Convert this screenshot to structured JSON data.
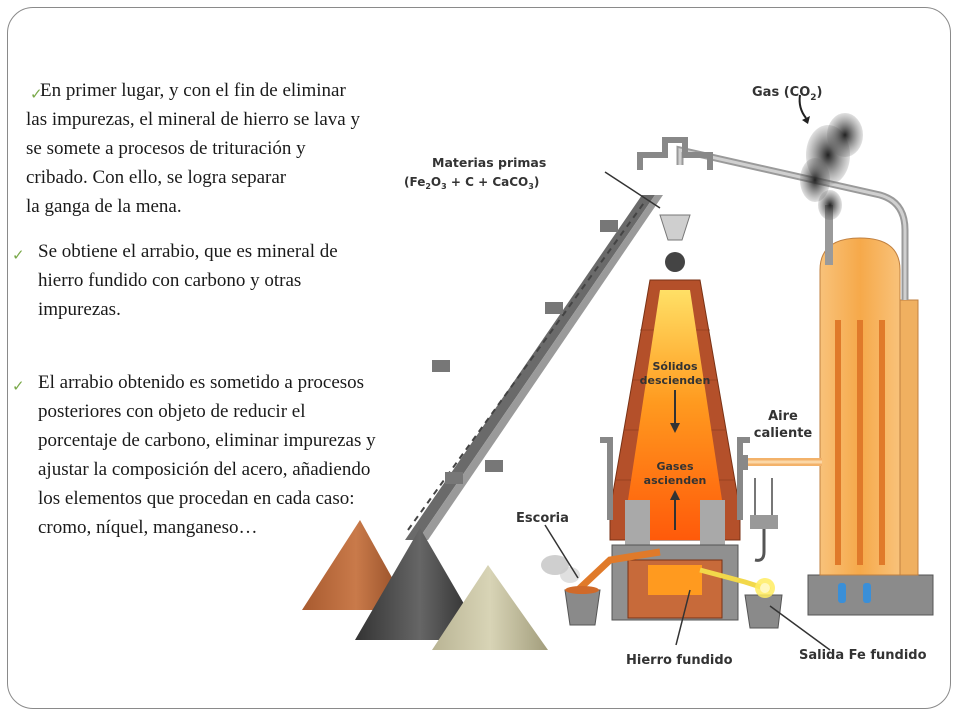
{
  "bullets": [
    {
      "lines": [
        "En primer lugar, y con el fin de eliminar",
        "las impurezas, el mineral de hierro se lava y",
        "se somete a procesos de trituración y",
        "cribado. Con ello, se logra separar",
        "la ganga de la mena."
      ]
    },
    {
      "lines": [
        " Se obtiene el arrabio, que es mineral de",
        "hierro fundido con carbono y otras",
        "impurezas."
      ]
    },
    {
      "lines": [
        "El arrabio obtenido es sometido a procesos",
        "posteriores con objeto de reducir el",
        "porcentaje de carbono, eliminar impurezas y",
        "ajustar la composición del acero, añadiendo",
        "los elementos que procedan en cada caso:",
        "cromo, níquel, manganeso…"
      ]
    }
  ],
  "diagram": {
    "gas_label": "Gas (CO",
    "gas_sub": "2",
    "gas_close": ")",
    "raw_title": "Materias primas",
    "raw_formula_a": "(Fe",
    "raw_formula_sub1": "2",
    "raw_formula_b": "O",
    "raw_formula_sub2": "3",
    "raw_formula_c": " + C + CaCO",
    "raw_formula_sub3": "3",
    "raw_formula_d": ")",
    "solids_1": "Sólidos",
    "solids_2": "descienden",
    "gases_1": "Gases",
    "gases_2": "ascienden",
    "hot_air_1": "Aire",
    "hot_air_2": "caliente",
    "slag": "Escoria",
    "molten_iron": "Hierro fundido",
    "iron_outlet": "Salida Fe fundido"
  },
  "colors": {
    "check": "#7aa94a",
    "furnace_hot": "#f5a623",
    "brick": "#c0552f",
    "stove": "#f7b356"
  }
}
